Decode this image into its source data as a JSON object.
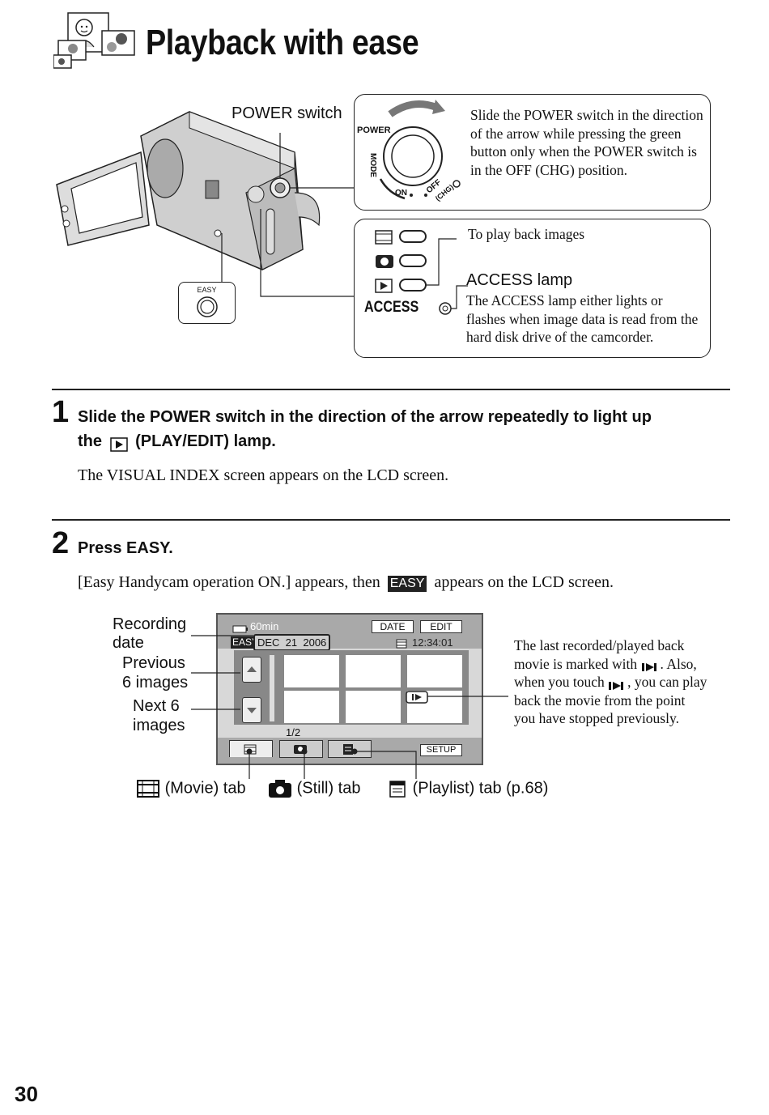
{
  "header": {
    "title": "Playback with ease"
  },
  "camera_figure": {
    "power_switch_label": "POWER switch",
    "power_note": "Slide the POWER switch in the direction of the arrow while pressing the green button only when the POWER switch is in the OFF (CHG) position.",
    "dial_labels": {
      "power": "POWER",
      "mode": "MODE",
      "on": "ON",
      "off": "OFF",
      "chg": "(CHG)"
    },
    "easy_button_label": "EASY",
    "lamp_note": "To play back images",
    "access_word": "ACCESS",
    "access_lamp_title": "ACCESS lamp",
    "access_lamp_note": "The ACCESS lamp either lights or flashes when image data is read from the hard disk drive of the camcorder."
  },
  "step1": {
    "number": "1",
    "instruction_a": "Slide the POWER switch in the direction of the arrow repeatedly to light up",
    "instruction_b_pre": "the",
    "instruction_b_post": "(PLAY/EDIT) lamp.",
    "result": "The VISUAL INDEX screen appears on the LCD screen."
  },
  "step2": {
    "number": "2",
    "instruction": "Press EASY.",
    "result_pre": "[Easy Handycam operation ON.] appears, then",
    "easy_badge": "EASY",
    "result_post": "appears on the LCD screen."
  },
  "lcd": {
    "battery": "60min",
    "date_button": "DATE",
    "edit_button": "EDIT",
    "easy_badge": "EASY",
    "date": "DEC  21  2006",
    "time": "12:34:01",
    "page": "1/2",
    "setup_button": "SETUP",
    "callouts": {
      "recording_date": [
        "Recording",
        "date"
      ],
      "previous": [
        "Previous",
        "6 images"
      ],
      "next": [
        "Next 6",
        "images"
      ]
    },
    "side_note_1": "The last recorded/played back movie is marked with",
    "side_note_2": "Also, when you touch",
    "side_note_3": ", you can play back the movie from the point you have stopped previously.",
    "tabs": {
      "movie": "(Movie) tab",
      "still": "(Still) tab",
      "playlist": "(Playlist) tab (p.68)"
    }
  },
  "footer": {
    "page_number": "30"
  }
}
